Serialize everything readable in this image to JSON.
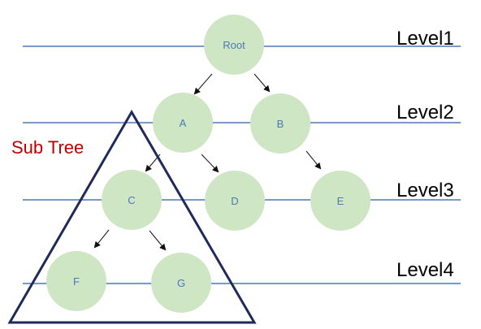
{
  "levels": [
    "Level1",
    "Level2",
    "Level3",
    "Level4"
  ],
  "subtree_label": "Sub Tree",
  "nodes": {
    "root": "Root",
    "a": "A",
    "b": "B",
    "c": "C",
    "d": "D",
    "e": "E",
    "f": "F",
    "g": "G"
  },
  "colors": {
    "node_fill": "#cfe6c4",
    "level_line": "#4a78b8",
    "node_text": "#4a78b8",
    "triangle": "#1f2a5a",
    "subtree_text": "#c00000"
  }
}
